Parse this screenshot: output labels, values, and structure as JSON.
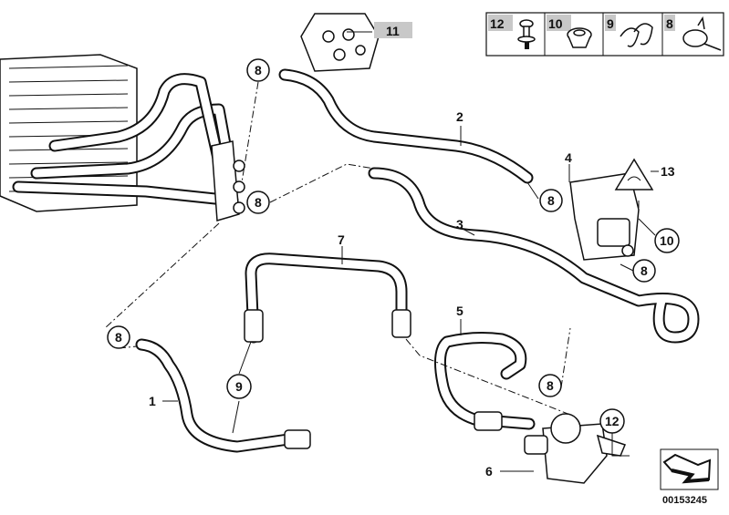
{
  "diagram_code": "00153245",
  "callouts": {
    "c1": "1",
    "c2": "2",
    "c3": "3",
    "c4": "4",
    "c5": "5",
    "c6": "6",
    "c7": "7",
    "c8": "8",
    "c9": "9",
    "c10": "10",
    "c11": "11",
    "c12": "12",
    "c13": "13"
  },
  "legend": [
    {
      "number": "12",
      "icon": "expanding-rivet-icon"
    },
    {
      "number": "10",
      "icon": "grommet-icon"
    },
    {
      "number": "9",
      "icon": "hose-clip-icon"
    },
    {
      "number": "8",
      "icon": "hose-clamp-icon"
    }
  ],
  "colors": {
    "tag_background": "#c8c8c8",
    "line": "#111111"
  }
}
